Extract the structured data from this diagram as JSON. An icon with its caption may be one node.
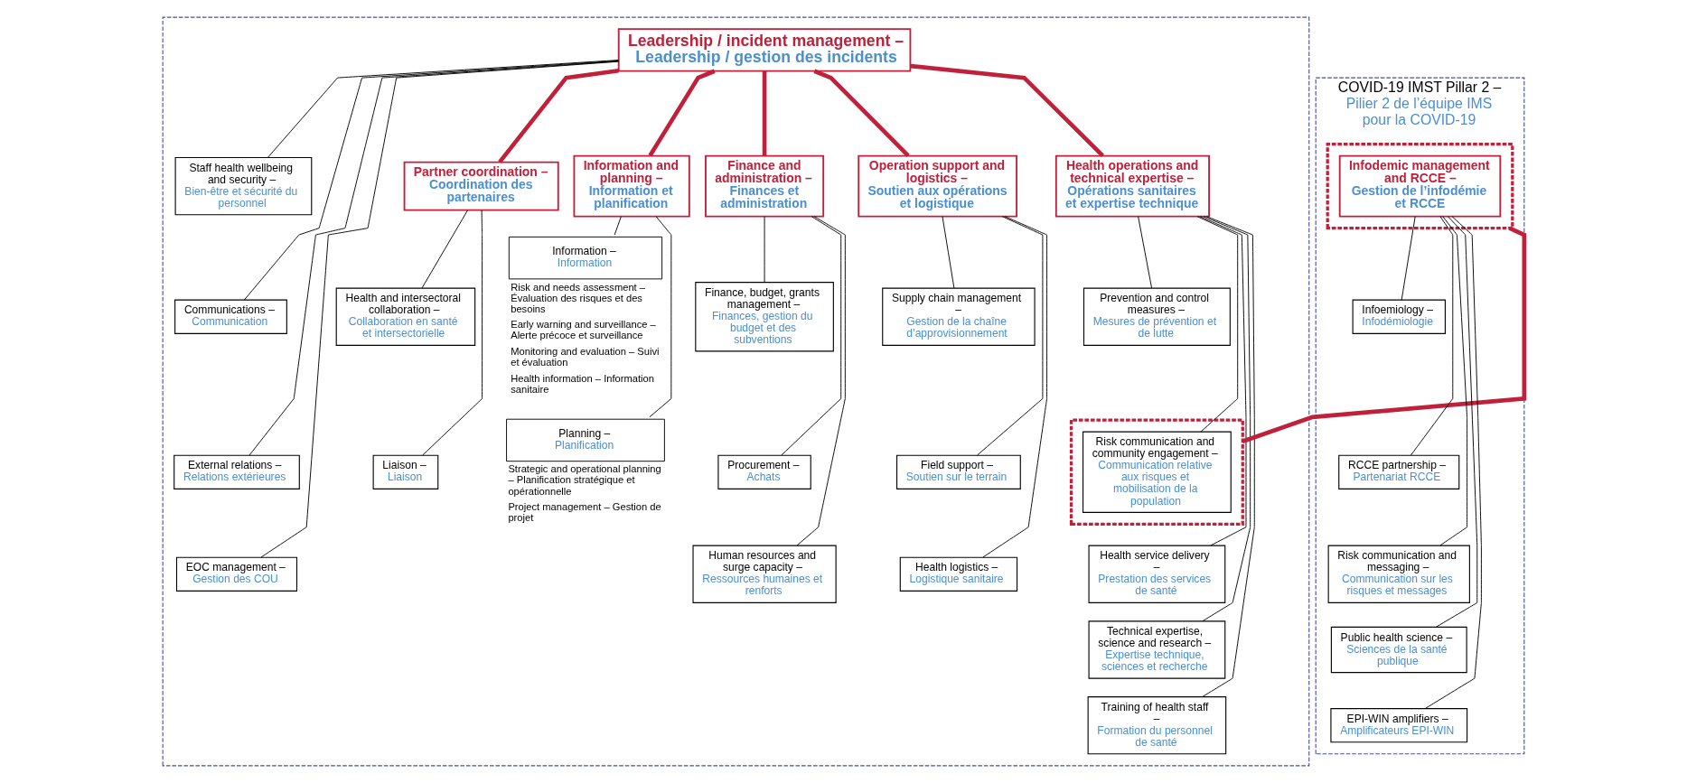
{
  "diagram": {
    "nodes": [
      {
        "text": [],
        "shape": "box"
      },
      {
        "text": [
          "Leadership / incident management –",
          "Leadership / gestion des incidents"
        ],
        "in": 0
      },
      {
        "text": [
          "Staff health wellbeing and security –",
          "Bien-être et sécurité du personnel"
        ],
        "in": 0
      },
      {
        "text": [
          "Communications –",
          "Communication"
        ],
        "in": 0
      },
      {
        "text": [
          "External relations –",
          "Relations extérieures"
        ],
        "in": 0
      },
      {
        "text": [
          "EOC management –",
          "Gestion des COU"
        ],
        "in": 0
      },
      {
        "text": [
          "Partner coordination –",
          "Coordination des partenaires"
        ],
        "in": 0
      },
      {
        "text": [
          "Health and intersectoral collaboration –",
          "Collaboration en santé et intersectorielle"
        ],
        "in": 0
      },
      {
        "text": [
          "Liaison –",
          "Liaison"
        ],
        "in": 0
      },
      {
        "text": [
          "Information and planning –",
          "Information et planification"
        ],
        "in": 0
      },
      {
        "text": [
          "Information –",
          "Information"
        ],
        "in": 0,
        "beside": [
          "Risk and needs assessment – Évaluation des risques et des besoins",
          "Early warning and surveillance – Alerte précoce et surveillance",
          "Monitoring and evaluation – Suivi et évaluation",
          "Health information – Information sanitaire"
        ]
      },
      {
        "text": [
          "Planning –",
          "Planification"
        ],
        "in": 0,
        "beside": [
          "Strategic and operational planning – Planification stratégique et opérationnelle",
          "Project management – Gestion de projet"
        ]
      },
      {
        "text": [
          "Finance and administration –",
          "Finances et administration"
        ],
        "in": 0
      },
      {
        "text": [
          "Finance, budget, grants management –",
          "Finances, gestion du budget et des subventions"
        ],
        "in": 0
      },
      {
        "text": [
          "Procurement –",
          "Achats"
        ],
        "in": 0
      },
      {
        "text": [
          "Human resources and surge capacity –",
          "Ressources humaines et renforts"
        ],
        "in": 0
      },
      {
        "text": [
          "Operation support and logistics –",
          "Soutien aux opérations et logistique"
        ],
        "in": 0
      },
      {
        "text": [
          "Supply chain management –",
          "Gestion de la chaîne d’approvisionnement"
        ],
        "in": 0
      },
      {
        "text": [
          "Field support –",
          "Soutien sur le terrain"
        ],
        "in": 0
      },
      {
        "text": [
          "Health logistics –",
          "Logistique sanitaire"
        ],
        "in": 0
      },
      {
        "text": [
          "Health operations and technical expertise –",
          "Opérations sanitaires et expertise technique"
        ],
        "in": 0
      },
      {
        "text": [
          "Prevention and control measures –",
          "Mesures de prévention et de lutte"
        ],
        "in": 0
      },
      {
        "text": [],
        "shape": "box",
        "in": 0
      },
      {
        "text": [
          "Risk communication and community engagement –",
          "Communication relative aux risques et mobilisation de la population"
        ],
        "in": 22
      },
      {
        "text": [
          "Health service delivery –",
          "Prestation des services de santé"
        ],
        "in": 0
      },
      {
        "text": [
          "Technical expertise, science and research –",
          "Expertise technique, sciences et recherche"
        ],
        "in": 0
      },
      {
        "text": [
          "Training of health staff –",
          "Formation du personnel de santé"
        ],
        "in": 0
      },
      {
        "text": [
          "COVID-19 IMST Pillar 2 –",
          "Pilier 2 de l’équipe IMS pour la COVID-19"
        ]
      },
      {
        "text": [],
        "shape": "box",
        "in": 27
      },
      {
        "text": [
          "Infodemic management and RCCE –",
          "Gestion de l’infodémie et RCCE"
        ],
        "in": 28
      },
      {
        "text": [
          "Infoemiology –",
          "Infodémiologie"
        ],
        "in": 27
      },
      {
        "text": [
          "RCCE partnership –",
          "Partenariat RCCE"
        ],
        "in": 27
      },
      {
        "text": [
          "Risk communication and messaging –",
          "Communication sur les risques et messages"
        ],
        "in": 27
      },
      {
        "text": [
          "Public health science –",
          "Sciences de la santé publique"
        ],
        "in": 27
      },
      {
        "text": [
          "EPI-WIN amplifiers –",
          "Amplificateurs EPI-WIN"
        ],
        "in": 27
      }
    ],
    "edges": [
      {
        "from": 1,
        "to": 2,
        "arrow": "none"
      },
      {
        "from": 1,
        "to": 3,
        "arrow": "none"
      },
      {
        "from": 1,
        "to": 4,
        "arrow": "none"
      },
      {
        "from": 1,
        "to": 5,
        "arrow": "none"
      },
      {
        "from": 1,
        "to": 6,
        "arrow": "none",
        "style": "thick",
        "color": "#c0203a"
      },
      {
        "from": 1,
        "to": 9,
        "arrow": "none",
        "style": "thick",
        "color": "#c0203a"
      },
      {
        "from": 1,
        "to": 12,
        "arrow": "none",
        "style": "thick",
        "color": "#c0203a"
      },
      {
        "from": 1,
        "to": 16,
        "arrow": "none",
        "style": "thick",
        "color": "#c0203a"
      },
      {
        "from": 1,
        "to": 20,
        "arrow": "none",
        "style": "thick",
        "color": "#c0203a"
      },
      {
        "from": 6,
        "to": 7,
        "arrow": "none"
      },
      {
        "from": 6,
        "to": 8,
        "arrow": "none"
      },
      {
        "from": 9,
        "to": 10,
        "arrow": "none"
      },
      {
        "from": 9,
        "to": 11,
        "arrow": "none"
      },
      {
        "from": 12,
        "to": 13,
        "arrow": "none"
      },
      {
        "from": 12,
        "to": 14,
        "arrow": "none"
      },
      {
        "from": 12,
        "to": 15,
        "arrow": "none"
      },
      {
        "from": 16,
        "to": 17,
        "arrow": "none"
      },
      {
        "from": 16,
        "to": 18,
        "arrow": "none"
      },
      {
        "from": 16,
        "to": 19,
        "arrow": "none"
      },
      {
        "from": 20,
        "to": 21,
        "arrow": "none"
      },
      {
        "from": 20,
        "to": 23,
        "arrow": "none"
      },
      {
        "from": 20,
        "to": 24,
        "arrow": "none"
      },
      {
        "from": 20,
        "to": 25,
        "arrow": "none"
      },
      {
        "from": 20,
        "to": 26,
        "arrow": "none"
      },
      {
        "from": 22,
        "to": 28,
        "arrow": "none",
        "style": "thick",
        "color": "#c0203a"
      },
      {
        "from": 29,
        "to": 30,
        "arrow": "none"
      },
      {
        "from": 29,
        "to": 31,
        "arrow": "none"
      },
      {
        "from": 29,
        "to": 32,
        "arrow": "none"
      },
      {
        "from": 29,
        "to": 33,
        "arrow": "none"
      },
      {
        "from": 29,
        "to": 34,
        "arrow": "none"
      }
    ]
  }
}
